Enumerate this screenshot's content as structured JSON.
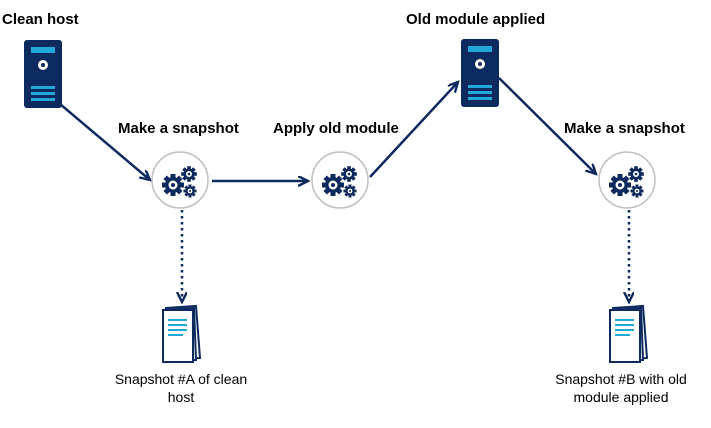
{
  "colors": {
    "primary": "#0d2a5e",
    "accent": "#1fa8d8",
    "circle_border": "#bfbfbf",
    "document_fill": "#ffffff"
  },
  "nodes": {
    "clean_host": {
      "label": "Clean host",
      "icon": "server-icon"
    },
    "snapshot_a_step": {
      "label": "Make a snapshot",
      "icon": "gears-icon"
    },
    "apply_module": {
      "label": "Apply old module",
      "icon": "gears-icon"
    },
    "old_module_host": {
      "label": "Old module applied",
      "icon": "server-icon"
    },
    "snapshot_b_step": {
      "label": "Make a snapshot",
      "icon": "gears-icon"
    },
    "snapshot_a_doc": {
      "line1": "Snapshot #A of clean",
      "line2": "host",
      "icon": "document-stack-icon"
    },
    "snapshot_b_doc": {
      "line1": "Snapshot #B with old",
      "line2": "module applied",
      "icon": "document-stack-icon"
    }
  }
}
